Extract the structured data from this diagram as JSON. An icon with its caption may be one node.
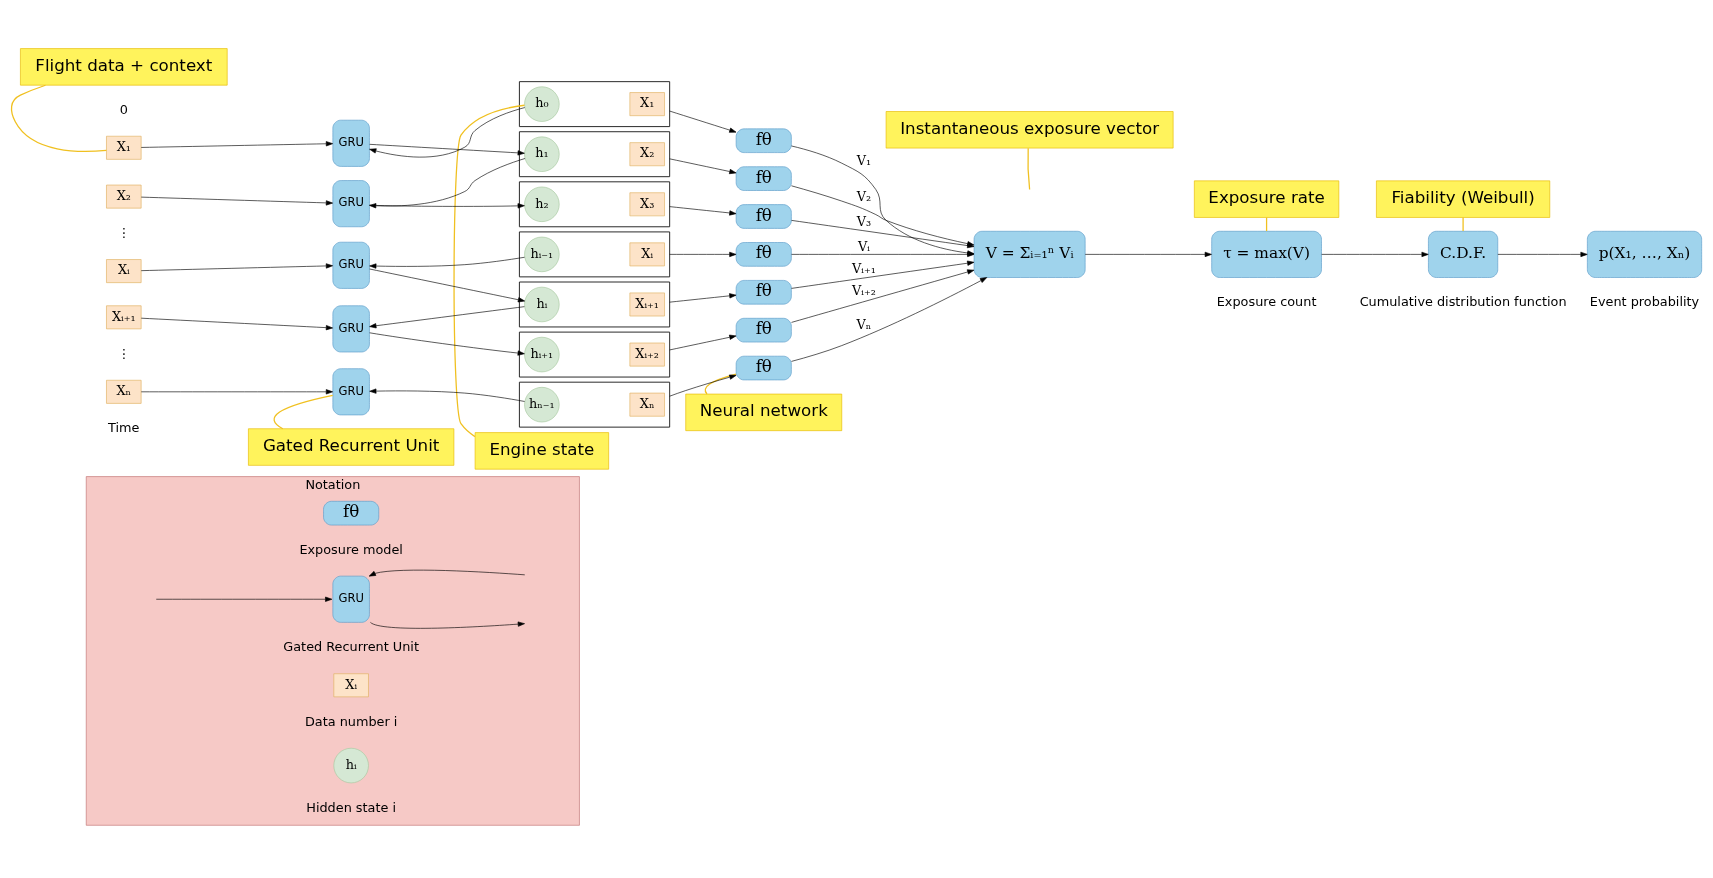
{
  "diagram": {
    "nodes": [
      {
        "text": [
          "Notation"
        ]
      },
      {
        "text": [
          "fθ"
        ],
        "in": 0,
        "beside": [
          "Exposure model"
        ]
      },
      {
        "text": [
          "GRU"
        ],
        "in": 0,
        "beside": [
          "Gated Recurrent Unit"
        ]
      },
      {
        "text": [
          "Xᵢ"
        ],
        "in": 0,
        "beside": [
          "Data number i"
        ]
      },
      {
        "text": [
          "hᵢ"
        ],
        "in": 0,
        "beside": [
          "Hidden state i"
        ]
      },
      {
        "text": [
          "Engine state"
        ]
      },
      {
        "text": [
          "Flight data + context"
        ]
      },
      {
        "text": [
          "Instantaneous exposure vector"
        ]
      },
      {
        "text": [
          "Neural network"
        ]
      },
      {
        "text": [
          "Gated Recurrent Unit"
        ]
      },
      {
        "text": [
          "Exposure rate"
        ]
      },
      {
        "text": [
          "Fiability (Weibull)"
        ]
      },
      {
        "text": [
          "X₁"
        ]
      },
      {
        "text": [
          "X₂"
        ]
      },
      {
        "text": [
          "Xᵢ"
        ]
      },
      {
        "text": [
          "Xᵢ₊₁"
        ]
      },
      {
        "text": [
          "Xₙ"
        ]
      },
      {
        "text": [
          "GRU"
        ]
      },
      {
        "text": [
          "GRU"
        ]
      },
      {
        "text": [
          "GRU"
        ]
      },
      {
        "text": [
          "GRU"
        ]
      },
      {
        "text": [
          "GRU"
        ]
      },
      {
        "text": [],
        "shape": "box"
      },
      {
        "text": [
          "h₀"
        ],
        "in": 22
      },
      {
        "text": [
          "X₁"
        ],
        "in": 22
      },
      {
        "text": [],
        "shape": "box"
      },
      {
        "text": [
          "h₁"
        ],
        "in": 25
      },
      {
        "text": [
          "X₂"
        ],
        "in": 25
      },
      {
        "text": [],
        "shape": "box"
      },
      {
        "text": [
          "h₂"
        ],
        "in": 28
      },
      {
        "text": [
          "X₃"
        ],
        "in": 28
      },
      {
        "text": [],
        "shape": "box"
      },
      {
        "text": [
          "hᵢ₋₁"
        ],
        "in": 31
      },
      {
        "text": [
          "Xᵢ"
        ],
        "in": 31
      },
      {
        "text": [],
        "shape": "box"
      },
      {
        "text": [
          "hᵢ"
        ],
        "in": 34
      },
      {
        "text": [
          "Xᵢ₊₁"
        ],
        "in": 34
      },
      {
        "text": [],
        "shape": "box"
      },
      {
        "text": [
          "hᵢ₊₁"
        ],
        "in": 37
      },
      {
        "text": [
          "Xᵢ₊₂"
        ],
        "in": 37
      },
      {
        "text": [],
        "shape": "box"
      },
      {
        "text": [
          "hₙ₋₁"
        ],
        "in": 40
      },
      {
        "text": [
          "Xₙ"
        ],
        "in": 40
      },
      {
        "text": [
          "fθ"
        ]
      },
      {
        "text": [
          "fθ"
        ]
      },
      {
        "text": [
          "fθ"
        ]
      },
      {
        "text": [
          "fθ"
        ]
      },
      {
        "text": [
          "fθ"
        ]
      },
      {
        "text": [
          "fθ"
        ]
      },
      {
        "text": [
          "fθ"
        ]
      },
      {
        "text": [
          "V = Σᵢ₌₁ⁿ Vᵢ"
        ]
      },
      {
        "text": [
          "τ = max(V)"
        ],
        "beside": [
          "Exposure count"
        ]
      },
      {
        "text": [
          "C.D.F."
        ],
        "beside": [
          "Cumulative distribution function"
        ]
      },
      {
        "text": [
          "p(X₁, …, Xₙ)"
        ],
        "beside": [
          "Event probability"
        ]
      }
    ],
    "edges": [
      {
        "from": null,
        "to": 2,
        "arrow": "to"
      },
      {
        "from": null,
        "to": 2,
        "arrow": "to"
      },
      {
        "from": 2,
        "to": null,
        "arrow": "to"
      },
      {
        "from": 12,
        "to": 17,
        "arrow": "to"
      },
      {
        "from": 13,
        "to": 18,
        "arrow": "to"
      },
      {
        "from": 14,
        "to": 19,
        "arrow": "to"
      },
      {
        "from": 15,
        "to": 20,
        "arrow": "to"
      },
      {
        "from": 16,
        "to": 21,
        "arrow": "to"
      },
      {
        "from": 23,
        "to": 17,
        "arrow": "to"
      },
      {
        "from": 26,
        "to": 18,
        "arrow": "to"
      },
      {
        "from": 32,
        "to": 19,
        "arrow": "to"
      },
      {
        "from": 35,
        "to": 20,
        "arrow": "to"
      },
      {
        "from": 41,
        "to": 21,
        "arrow": "to"
      },
      {
        "from": 17,
        "to": 26,
        "arrow": "to"
      },
      {
        "from": 18,
        "to": 29,
        "arrow": "to"
      },
      {
        "from": 19,
        "to": 35,
        "arrow": "to"
      },
      {
        "from": 20,
        "to": 38,
        "arrow": "to"
      },
      {
        "from": 22,
        "to": 43,
        "arrow": "to"
      },
      {
        "from": 25,
        "to": 44,
        "arrow": "to"
      },
      {
        "from": 28,
        "to": 45,
        "arrow": "to"
      },
      {
        "from": 31,
        "to": 46,
        "arrow": "to"
      },
      {
        "from": 34,
        "to": 47,
        "arrow": "to"
      },
      {
        "from": 37,
        "to": 48,
        "arrow": "to"
      },
      {
        "from": 40,
        "to": 49,
        "arrow": "to"
      },
      {
        "from": 43,
        "to": 50,
        "arrow": "to",
        "label": "V₁"
      },
      {
        "from": 44,
        "to": 50,
        "arrow": "to",
        "label": "V₂"
      },
      {
        "from": 45,
        "to": 50,
        "arrow": "to",
        "label": "V₃"
      },
      {
        "from": 46,
        "to": 50,
        "arrow": "to",
        "label": "Vᵢ"
      },
      {
        "from": 47,
        "to": 50,
        "arrow": "to",
        "label": "Vᵢ₊₁"
      },
      {
        "from": 48,
        "to": 50,
        "arrow": "to",
        "label": "Vᵢ₊₂"
      },
      {
        "from": 49,
        "to": 50,
        "arrow": "to",
        "label": "Vₙ"
      },
      {
        "from": 50,
        "to": 51,
        "arrow": "to"
      },
      {
        "from": 51,
        "to": 52,
        "arrow": "to"
      },
      {
        "from": 52,
        "to": 53,
        "arrow": "to"
      },
      {
        "from": 5,
        "to": 23,
        "arrow": "none",
        "color": "#f0c020"
      },
      {
        "from": 6,
        "to": 12,
        "arrow": "none",
        "color": "#f0c020"
      },
      {
        "from": 7,
        "to": null,
        "arrow": "none",
        "color": "#f0c020"
      },
      {
        "from": 8,
        "to": 49,
        "arrow": "none",
        "color": "#f0c020"
      },
      {
        "from": 9,
        "to": 21,
        "arrow": "none",
        "color": "#f0c020"
      },
      {
        "from": 10,
        "to": 51,
        "arrow": "none",
        "color": "#f0c020"
      },
      {
        "from": 11,
        "to": 52,
        "arrow": "none",
        "color": "#f0c020"
      }
    ],
    "labels": [
      "0",
      "⋮",
      "⋮",
      "Time"
    ]
  }
}
